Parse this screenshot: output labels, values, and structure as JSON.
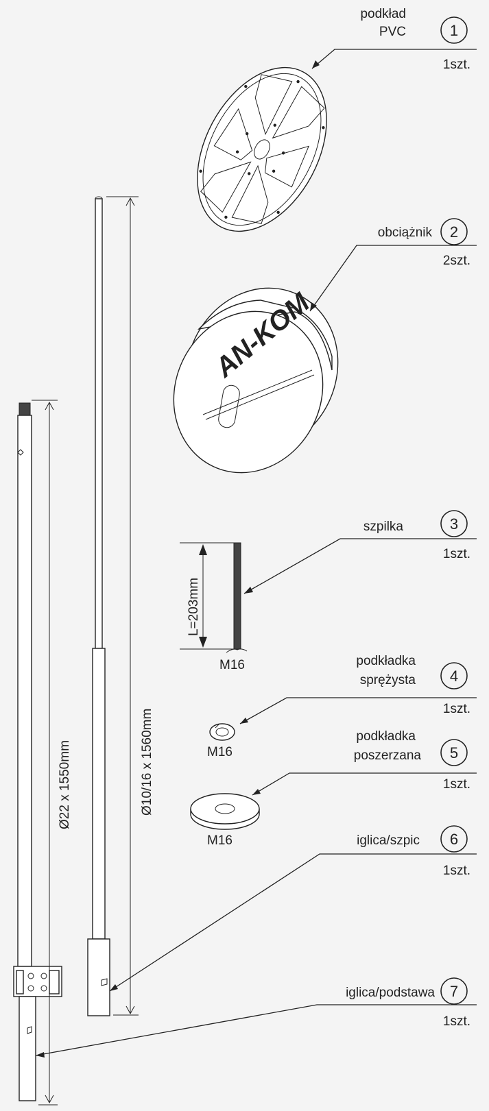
{
  "parts": [
    {
      "number": "1",
      "name_lines": [
        "podkład",
        "PVC"
      ],
      "qty": "1szt."
    },
    {
      "number": "2",
      "name_lines": [
        "obciążnik"
      ],
      "qty": "2szt."
    },
    {
      "number": "3",
      "name_lines": [
        "szpilka"
      ],
      "qty": "1szt."
    },
    {
      "number": "4",
      "name_lines": [
        "podkładka",
        "sprężysta"
      ],
      "qty": "1szt."
    },
    {
      "number": "5",
      "name_lines": [
        "podkładka",
        "poszerzana"
      ],
      "qty": "1szt."
    },
    {
      "number": "6",
      "name_lines": [
        "iglica/szpic"
      ],
      "qty": "1szt."
    },
    {
      "number": "7",
      "name_lines": [
        "iglica/podstawa"
      ],
      "qty": "1szt."
    }
  ],
  "logo_text": "AN-KOM",
  "dimensions": {
    "stud_length": "L=203mm",
    "stud_thread": "M16",
    "spring_washer_size": "M16",
    "wide_washer_size": "M16",
    "rod_upper": "Ø10/16 x 1560mm",
    "rod_lower": "Ø22 x 1550mm"
  },
  "colors": {
    "background": "#f4f4f4",
    "line": "#222222"
  }
}
